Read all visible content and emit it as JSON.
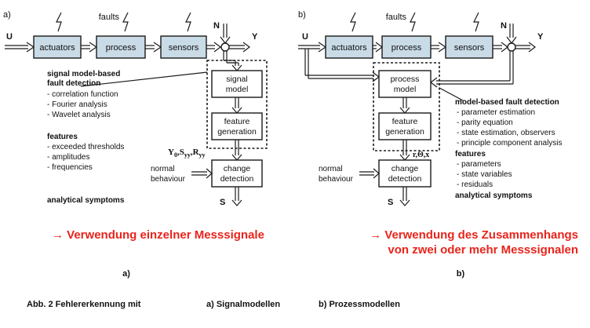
{
  "panel_a": {
    "tag": "a)",
    "input": "U",
    "output": "Y",
    "noise": "N",
    "faults": "faults",
    "blocks": {
      "actuators": "actuators",
      "process": "process",
      "sensors": "sensors"
    },
    "signal_model": [
      "signal",
      "model"
    ],
    "feature_generation": [
      "feature",
      "generation"
    ],
    "change_detection": [
      "change",
      "detection"
    ],
    "normal_behaviour": [
      "normal",
      "behaviour"
    ],
    "output_symptoms": "S",
    "features_symbol": "Y",
    "features_symbol_sub0": "0",
    "features_symbol_rest": ",S",
    "features_symbol_sub1": "yy",
    "features_symbol_rest2": ",R",
    "features_symbol_sub2": "yy",
    "method_title": [
      "signal model-based",
      "fault detection"
    ],
    "method_items": [
      "- correlation function",
      "- Fourier analysis",
      "- Wavelet analysis"
    ],
    "features_title": "features",
    "features_items": [
      "- exceeded thresholds",
      "- amplitudes",
      "- frequencies"
    ],
    "symptoms": "analytical symptoms",
    "conclusion": [
      "→ Verwendung einzelner Messsignale"
    ],
    "sub_label": "a)"
  },
  "panel_b": {
    "tag": "b)",
    "input": "U",
    "output": "Y",
    "noise": "N",
    "faults": "faults",
    "blocks": {
      "actuators": "actuators",
      "process": "process",
      "sensors": "sensors"
    },
    "process_model": [
      "process",
      "model"
    ],
    "feature_generation": [
      "feature",
      "generation"
    ],
    "change_detection": [
      "change",
      "detection"
    ],
    "normal_behaviour": [
      "normal",
      "behaviour"
    ],
    "output_symptoms": "S",
    "features_symbol": "r,Θ,x",
    "method_title": "model-based fault detection",
    "method_items": [
      "- parameter estimation",
      "- parity equation",
      "- state estimation, observers",
      "- principle component analysis"
    ],
    "features_title": "features",
    "features_items": [
      "- parameters",
      "- state variables",
      "- residuals"
    ],
    "symptoms": "analytical symptoms",
    "conclusion": [
      "→ Verwendung des Zusammenhangs",
      "von zwei oder mehr Messsignalen"
    ],
    "sub_label": "b)"
  },
  "caption": {
    "main": "Abb. 2 Fehlererkennung mit",
    "part_a": "a) Signalmodellen",
    "part_b": "b) Prozessmodellen"
  },
  "colors": {
    "block_fill": "#c9dbe7",
    "conclusion": "#e8241b"
  }
}
